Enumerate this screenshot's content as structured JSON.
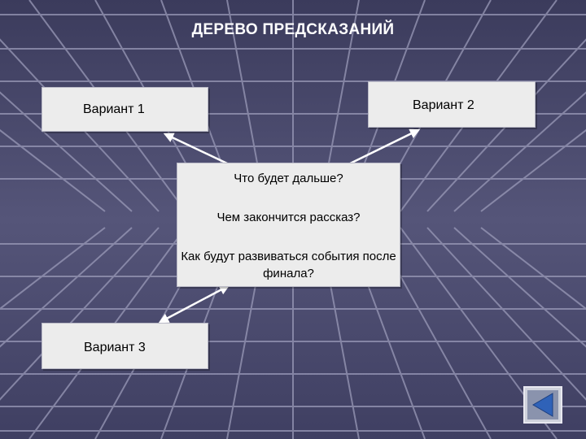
{
  "title": "ДЕРЕВО ПРЕДСКАЗАНИЙ",
  "nodes": {
    "variant1": "Вариант 1",
    "variant2": "Вариант 2",
    "variant3": "Вариант 3",
    "center": {
      "question1": "Что будет дальше?",
      "question2": "Чем закончится рассказ?",
      "question3": "Как будут развиваться события после финала?"
    }
  },
  "colors": {
    "background": "#4b4b6e",
    "grid_line": "#9a9ab8",
    "box_fill": "#ececec",
    "arrow": "#ffffff",
    "nav_button": "#8a93ad",
    "nav_arrow": "#2f62b8"
  },
  "icons": {
    "nav": "triangle-left-icon"
  }
}
